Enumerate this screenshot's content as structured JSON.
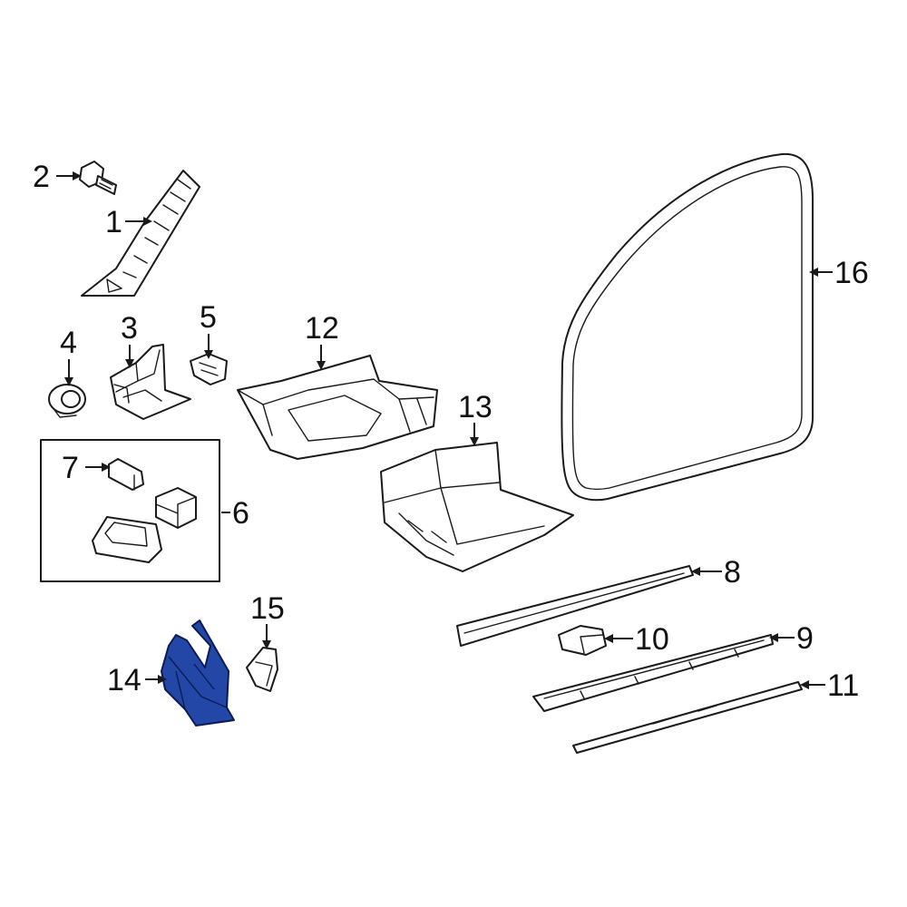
{
  "diagram": {
    "highlight_color": "#2347a6",
    "highlighted_part": "14",
    "callouts": {
      "c1": "1",
      "c2": "2",
      "c3": "3",
      "c4": "4",
      "c5": "5",
      "c6": "6",
      "c7": "7",
      "c8": "8",
      "c9": "9",
      "c10": "10",
      "c11": "11",
      "c12": "12",
      "c13": "13",
      "c14": "14",
      "c15": "15",
      "c16": "16"
    }
  }
}
